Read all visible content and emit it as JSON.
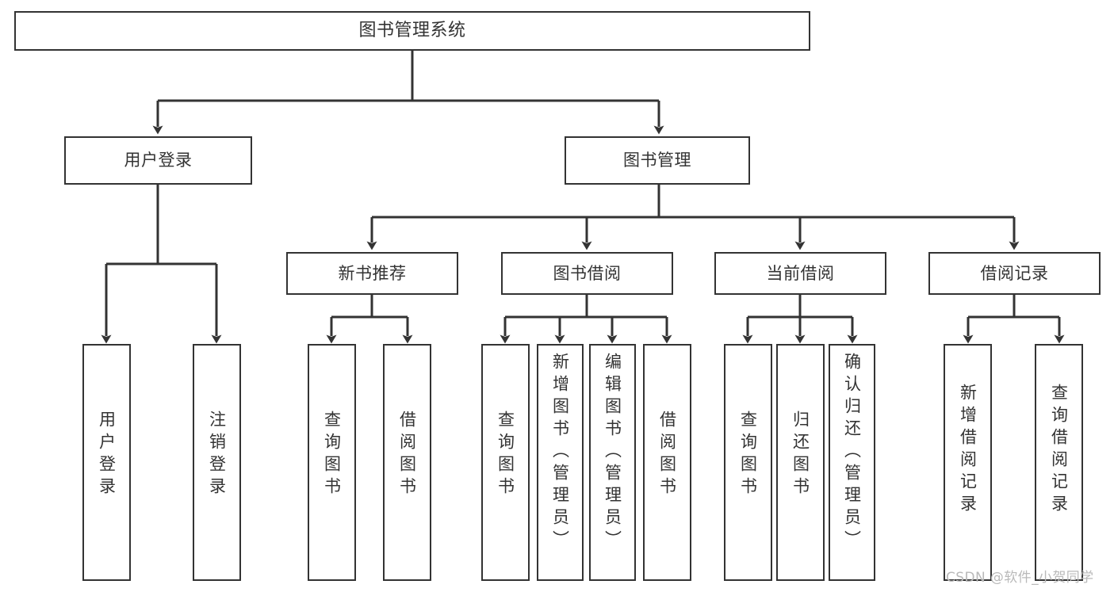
{
  "diagram": {
    "title": "图书管理系统",
    "type": "tree-hierarchy",
    "orientation": "top-down",
    "colors": {
      "box_border": "#333333",
      "box_fill": "#ffffff",
      "text": "#333333",
      "connector": "#333333",
      "watermark": "#b9b9b9",
      "background": "#ffffff"
    }
  },
  "nodes": {
    "root": {
      "label": "图书管理系统",
      "level": 0
    },
    "level1": [
      {
        "id": "user-login",
        "label": "用户登录"
      },
      {
        "id": "book-manage",
        "label": "图书管理"
      }
    ],
    "level2": [
      {
        "id": "new-book-recommend",
        "label": "新书推荐"
      },
      {
        "id": "book-borrow",
        "label": "图书借阅"
      },
      {
        "id": "current-borrow",
        "label": "当前借阅"
      },
      {
        "id": "borrow-record",
        "label": "借阅记录"
      }
    ],
    "leaves": {
      "user-login": [
        {
          "id": "leaf-user-login",
          "label": "用户登录"
        },
        {
          "id": "leaf-logout-login",
          "label": "注销登录"
        }
      ],
      "new-book-recommend": [
        {
          "id": "leaf-query-book-1",
          "label": "查询图书"
        },
        {
          "id": "leaf-borrow-book-1",
          "label": "借阅图书"
        }
      ],
      "book-borrow": [
        {
          "id": "leaf-query-book-2",
          "label": "查询图书"
        },
        {
          "id": "leaf-add-book",
          "label": "新增图书（管理员）"
        },
        {
          "id": "leaf-edit-book",
          "label": "编辑图书（管理员）"
        },
        {
          "id": "leaf-borrow-book-2",
          "label": "借阅图书"
        }
      ],
      "current-borrow": [
        {
          "id": "leaf-query-book-3",
          "label": "查询图书"
        },
        {
          "id": "leaf-return-book",
          "label": "归还图书"
        },
        {
          "id": "leaf-confirm-return",
          "label": "确认归还（管理员）"
        }
      ],
      "borrow-record": [
        {
          "id": "leaf-add-record",
          "label": "新增借阅记录"
        },
        {
          "id": "leaf-query-record",
          "label": "查询借阅记录"
        }
      ]
    }
  },
  "watermark": {
    "text": "CSDN @软件_小贺同学"
  }
}
